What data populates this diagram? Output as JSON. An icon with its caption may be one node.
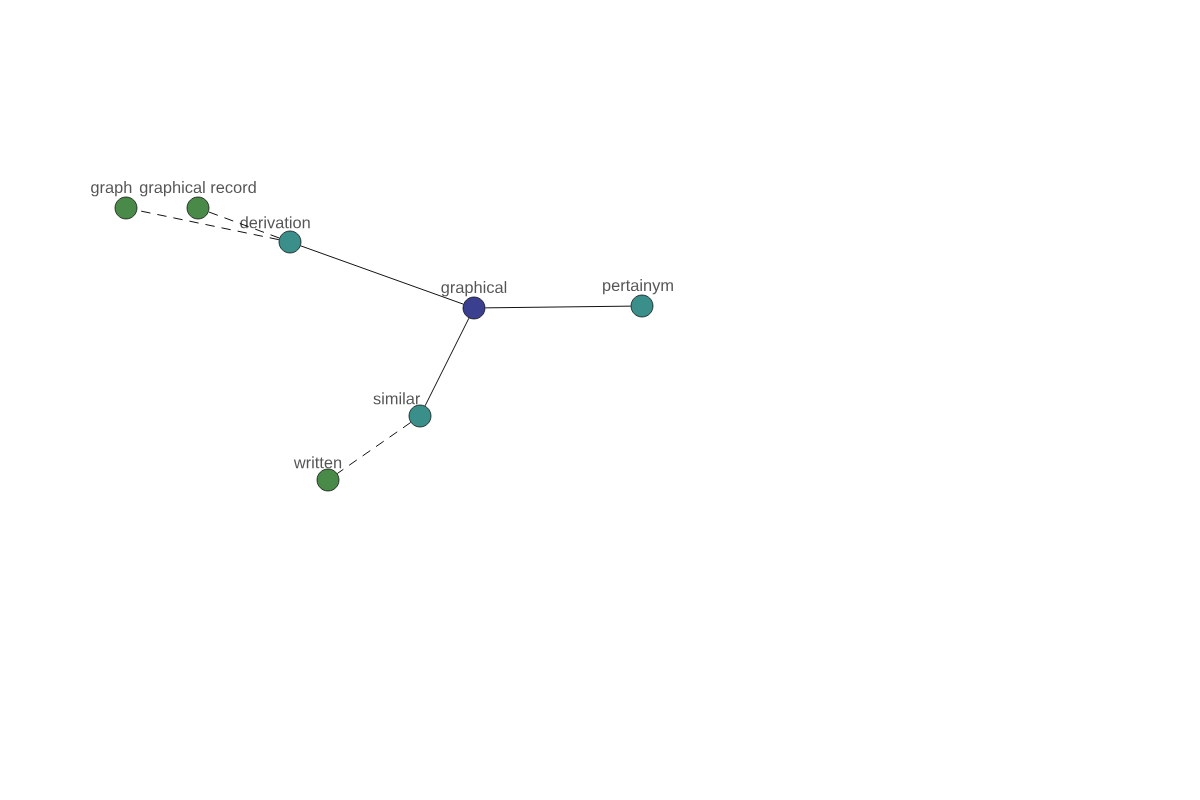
{
  "diagram": {
    "nodes": [
      {
        "text": [
          "graphical"
        ]
      },
      {
        "text": [
          "derivation"
        ]
      },
      {
        "text": [
          "graph"
        ]
      },
      {
        "text": [
          "graphical record"
        ]
      },
      {
        "text": [
          "pertainym"
        ]
      },
      {
        "text": [
          "similar"
        ]
      },
      {
        "text": [
          "written"
        ]
      }
    ],
    "edges": [
      {
        "from": 0,
        "to": 1,
        "arrow": "none"
      },
      {
        "from": 0,
        "to": 4,
        "arrow": "none"
      },
      {
        "from": 0,
        "to": 5,
        "arrow": "none"
      },
      {
        "from": 1,
        "to": 2,
        "arrow": "none",
        "style": "dashed"
      },
      {
        "from": 1,
        "to": 3,
        "arrow": "none",
        "style": "dashed"
      },
      {
        "from": 5,
        "to": 6,
        "arrow": "none",
        "style": "dashed"
      }
    ]
  }
}
